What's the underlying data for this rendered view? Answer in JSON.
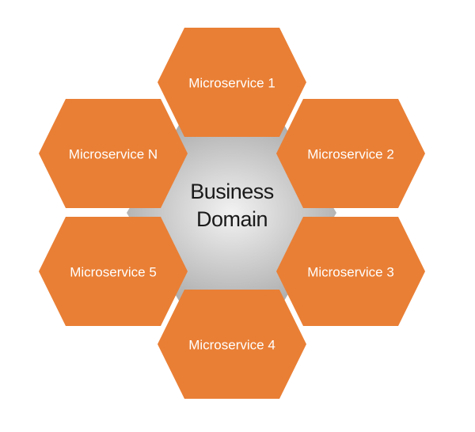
{
  "diagram": {
    "background_color": "#FFFFFF",
    "center": {
      "id": "business-domain",
      "label_lines": [
        "Business",
        "Domain"
      ],
      "gradient_inner": "#F2F2F2",
      "gradient_outer": "#A6A6A6",
      "text_color": "#1A1A1A"
    },
    "nodes": [
      {
        "id": "microservice-1",
        "label": "Microservice 1",
        "position": "top"
      },
      {
        "id": "microservice-2",
        "label": "Microservice 2",
        "position": "upper-right"
      },
      {
        "id": "microservice-3",
        "label": "Microservice 3",
        "position": "lower-right"
      },
      {
        "id": "microservice-4",
        "label": "Microservice 4",
        "position": "bottom"
      },
      {
        "id": "microservice-5",
        "label": "Microservice 5",
        "position": "lower-left"
      },
      {
        "id": "microservice-n",
        "label": "Microservice N",
        "position": "upper-left"
      }
    ],
    "node_fill": "#E97F35",
    "node_text_color": "#FFFFFF"
  }
}
